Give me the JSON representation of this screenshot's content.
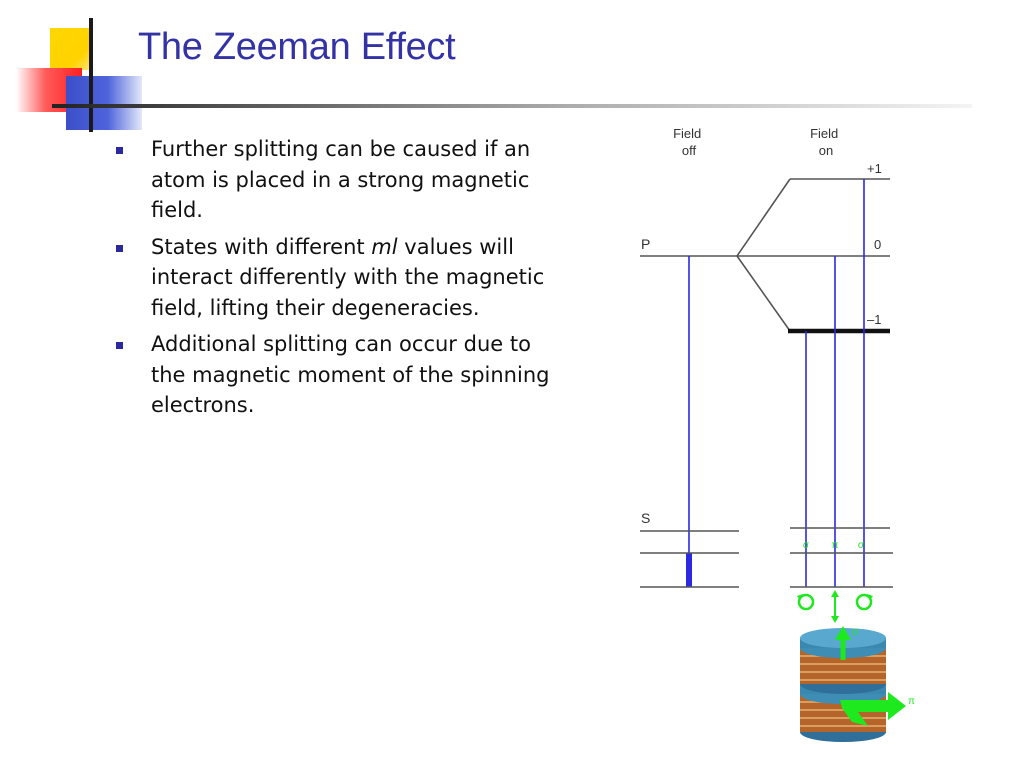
{
  "slide": {
    "title": "The Zeeman Effect",
    "accent_colors": {
      "title": "#3333a5",
      "bullet": "#2a2a9e",
      "yellow": "#ffd700",
      "red": "#ff3030",
      "blue": "#3a4fc8"
    }
  },
  "bullets": [
    {
      "text_before": "Further splitting can be caused if an atom is placed in a strong magnetic field.",
      "italic": "",
      "text_after": ""
    },
    {
      "text_before": "States with different ",
      "italic": "ml",
      "text_after": " values will interact differently with the magnetic field, lifting their degeneracies."
    },
    {
      "text_before": "Additional splitting can occur due to the magnetic moment of the spinning electrons.",
      "italic": "",
      "text_after": ""
    }
  ],
  "diagram": {
    "header_field_off": [
      "Field",
      "off"
    ],
    "header_field_on": [
      "Field",
      "on"
    ],
    "level_p": "P",
    "level_s": "S",
    "ml_plus": "+1",
    "ml_zero": "0",
    "ml_minus": "–1",
    "sigma": "σ",
    "pi": "π",
    "line_color": "#2a2ae0",
    "arrow_color": "#1ee81e"
  }
}
